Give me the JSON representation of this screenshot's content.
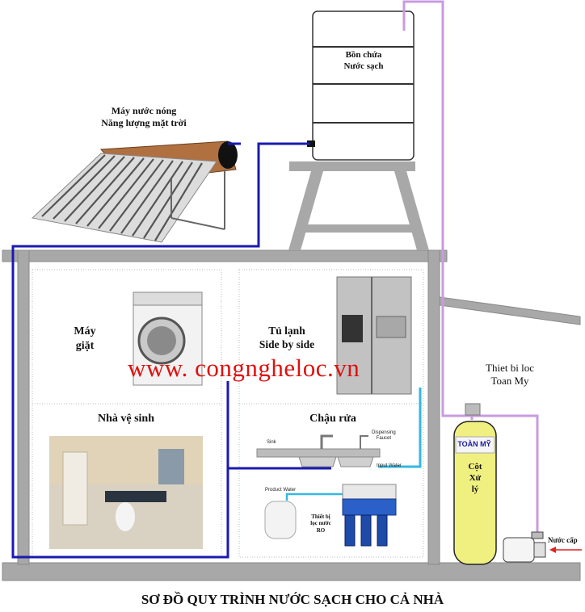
{
  "labels": {
    "tank": [
      "Bồn chứa",
      "Nước sạch"
    ],
    "heater": [
      "Máy nước nóng",
      "Năng lượng mặt trời"
    ],
    "washer": [
      "Máy",
      "giặt"
    ],
    "fridge": [
      "Tủ lạnh",
      "Side by side"
    ],
    "bathroom": "Nhà vệ sinh",
    "sink_area": "Chậu rửa",
    "filter_device": [
      "Thiet bi loc",
      "Toan My"
    ],
    "column": [
      "Cột",
      "Xử",
      "lý"
    ],
    "brand": "TOÀN MỸ",
    "ro": [
      "Thiết bị",
      "lọc nước",
      "RO"
    ],
    "supply": "Nước cấp",
    "sink_small": "Sink",
    "faucet": [
      "Dispensing",
      "Faucet"
    ],
    "product_water": "Product Water",
    "input_water": "Input Water"
  },
  "watermark": "www. congngheloc.vn",
  "title": "SƠ ĐỒ QUY TRÌNH NƯỚC SẠCH CHO CẢ NHÀ",
  "colors": {
    "blue_pipe": "#1a1ab0",
    "cyan_pipe": "#33b8e0",
    "purple_pipe": "#c89be0",
    "wall": "#a8a8a8",
    "watermark": "#e01010",
    "arrow": "#e02020",
    "column_yellow": "#f0f080"
  }
}
